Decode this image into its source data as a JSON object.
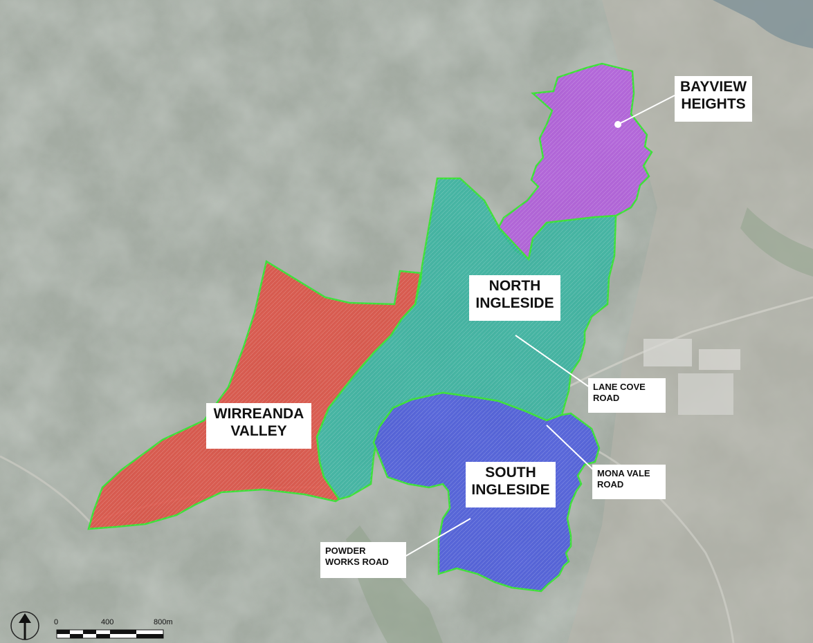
{
  "precincts": [
    {
      "id": "bayview",
      "name_lines": [
        "BAYVIEW",
        "HEIGHTS"
      ],
      "color": "#b255e0"
    },
    {
      "id": "north",
      "name_lines": [
        "NORTH",
        "INGLESIDE"
      ],
      "color": "#2fb3a0"
    },
    {
      "id": "wirreanda",
      "name_lines": [
        "WIRREANDA",
        "VALLEY"
      ],
      "color": "#e0483c"
    },
    {
      "id": "south",
      "name_lines": [
        "SOUTH",
        "INGLESIDE"
      ],
      "color": "#4454e0"
    }
  ],
  "roads": [
    {
      "id": "lane-cove",
      "name_lines": [
        "LANE COVE",
        "ROAD"
      ]
    },
    {
      "id": "mona-vale",
      "name_lines": [
        "MONA VALE",
        "ROAD"
      ]
    },
    {
      "id": "powder-works",
      "name_lines": [
        "POWDER",
        "WORKS ROAD"
      ]
    }
  ],
  "scale_bar": {
    "labels": [
      "0",
      "400",
      "800m"
    ]
  },
  "colors": {
    "boundary": "#3ee03a",
    "background": "#9aa39a"
  },
  "icons": {
    "north_arrow": "north-arrow-icon"
  }
}
